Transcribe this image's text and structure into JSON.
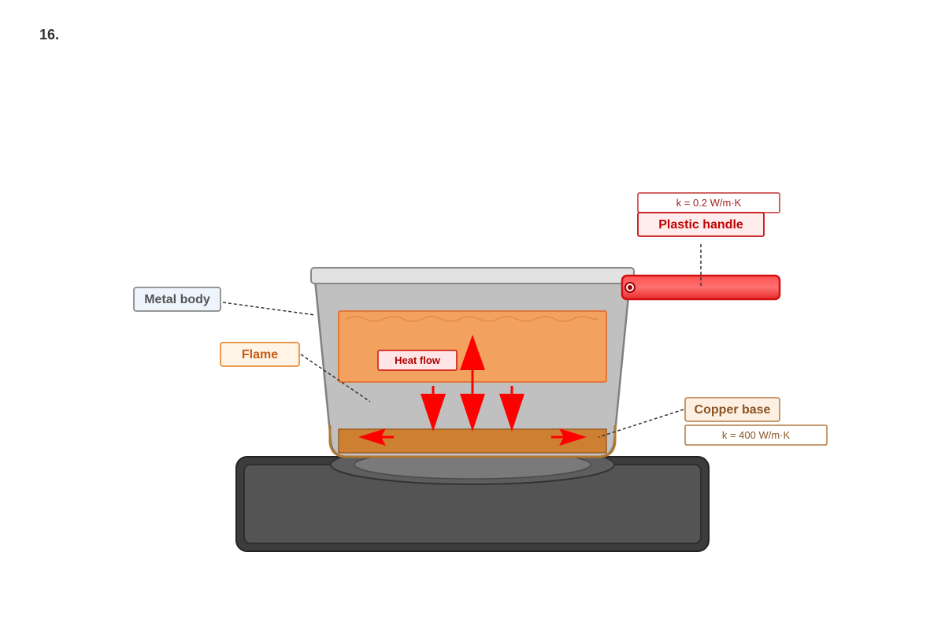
{
  "question_number": "16.",
  "labels": {
    "metal_body": "Metal body",
    "flame": "Flame",
    "heat_flow": "Heat flow",
    "plastic_handle": "Plastic handle",
    "plastic_handle_k": "k = 0.2 W/m·K",
    "copper_base": "Copper base",
    "copper_base_k": "k = 400 W/m·K"
  },
  "colors": {
    "stove": "#545454",
    "pot_body": "#c0c0c0",
    "water": "#f2a25e",
    "copper": "#cd7f32",
    "handle": "#ff3b3b",
    "arrow": "#ff0000"
  }
}
